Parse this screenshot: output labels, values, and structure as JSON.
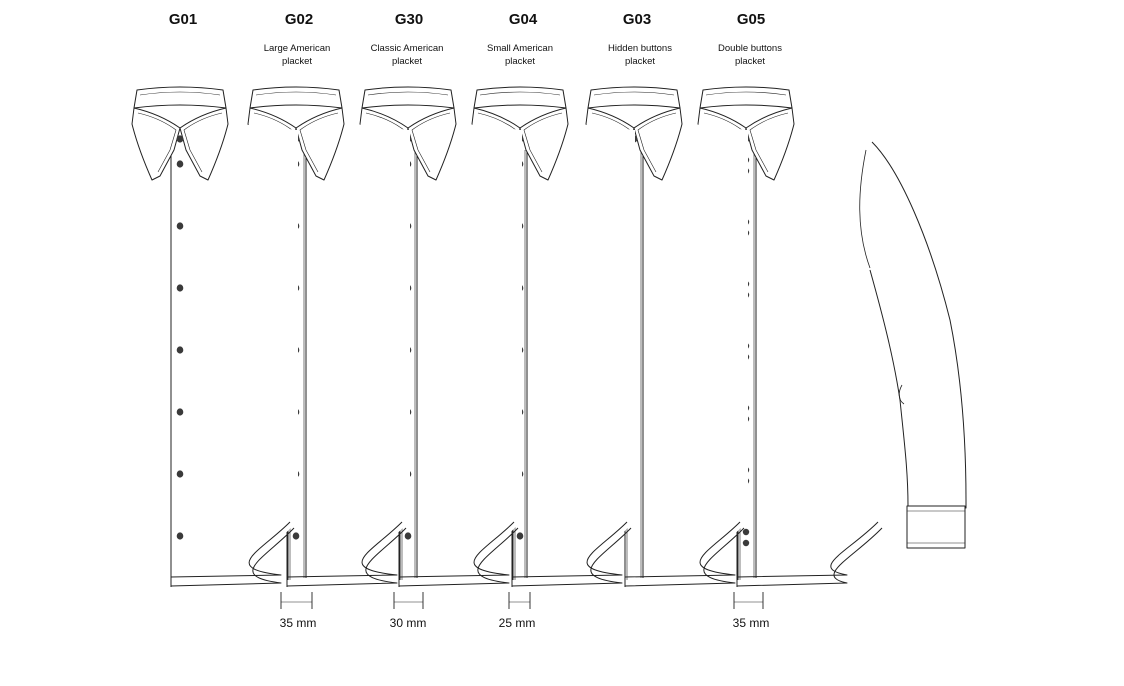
{
  "variants": [
    {
      "code": "G01",
      "line1": "",
      "line2": ""
    },
    {
      "code": "G02",
      "line1": "Large American",
      "line2": "placket"
    },
    {
      "code": "G30",
      "line1": "Classic American",
      "line2": "placket"
    },
    {
      "code": "G04",
      "line1": "Small American",
      "line2": "placket"
    },
    {
      "code": "G03",
      "line1": "Hidden buttons",
      "line2": "placket"
    },
    {
      "code": "G05",
      "line1": "Double buttons",
      "line2": "placket"
    }
  ],
  "measurements": [
    {
      "label": "35 mm"
    },
    {
      "label": "30 mm"
    },
    {
      "label": "25 mm"
    },
    {
      "label": "35 mm"
    }
  ],
  "colors": {
    "line": "#222222",
    "button": "#3a3a3a",
    "background": "#ffffff"
  }
}
